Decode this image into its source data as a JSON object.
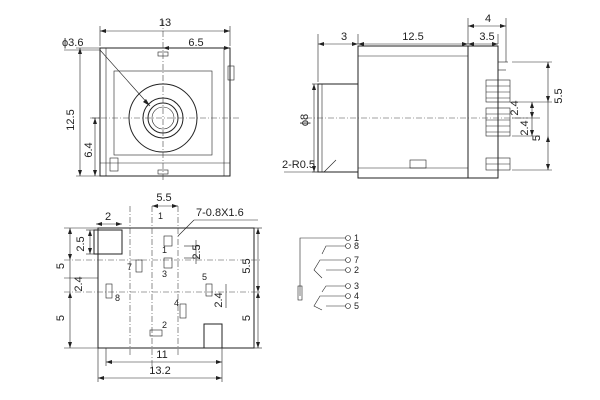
{
  "front_view": {
    "dims": {
      "width": "13",
      "right_part": "6.5",
      "hole_dia": "ϕ3.6",
      "height": "12.5",
      "center_height": "6.4"
    }
  },
  "side_view": {
    "dims": {
      "nose": "3",
      "body": "12.5",
      "tail": "3.5",
      "top_right": "4",
      "nose_dia": "ϕ8",
      "radius": "2-R0.5",
      "pitch_a": "5.5",
      "pitch_b": "2.4",
      "pitch_c": "2.4",
      "pitch_d": "5"
    }
  },
  "footprint": {
    "dims": {
      "top_spacing": "5.5",
      "slot": "7-0.8X1.6",
      "pad_w": "2",
      "pad_h": "2.5",
      "mid_h": "2.5",
      "left_upper": "5",
      "left_mid": "2.4",
      "left_lower": "5",
      "right_upper": "5.5",
      "right_mid": "2.4",
      "right_lower": "5",
      "bottom_inner": "11",
      "bottom_outer": "13.2"
    },
    "pins": [
      "1",
      "1",
      "3",
      "7",
      "5",
      "8",
      "4",
      "2"
    ]
  },
  "schematic": {
    "pins": [
      "1",
      "8",
      "7",
      "2",
      "3",
      "4",
      "5"
    ]
  }
}
